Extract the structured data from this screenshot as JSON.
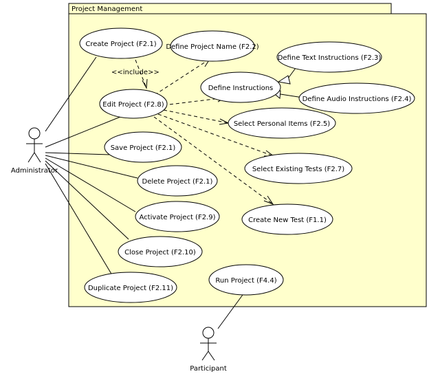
{
  "package": {
    "title": "Project Management",
    "fill": "#ffffcc"
  },
  "actors": [
    {
      "id": "administrator",
      "label": "Administrator"
    },
    {
      "id": "participant",
      "label": "Participant"
    }
  ],
  "use_cases": [
    {
      "id": "create-project",
      "label": "Create Project (F2.1)"
    },
    {
      "id": "define-project-name",
      "label": "Define Project Name (F2.2)"
    },
    {
      "id": "define-text-instructions",
      "label": "Define Text Instructions  (F2.3)"
    },
    {
      "id": "define-instructions",
      "label": "Define Instructions"
    },
    {
      "id": "define-audio-instructions",
      "label": "Define Audio Instructions (F2.4)"
    },
    {
      "id": "edit-project",
      "label": "Edit Project (F2.8)"
    },
    {
      "id": "select-personal-items",
      "label": "Select Personal Items (F2.5)"
    },
    {
      "id": "save-project",
      "label": "Save Project (F2.1)"
    },
    {
      "id": "select-existing-tests",
      "label": "Select Existing Tests (F2.7)"
    },
    {
      "id": "delete-project",
      "label": "Delete Project (F2.1)"
    },
    {
      "id": "activate-project",
      "label": "Activate Project (F2.9)"
    },
    {
      "id": "create-new-test",
      "label": "Create New Test (F1.1)"
    },
    {
      "id": "close-project",
      "label": "Close Project (F2.10)"
    },
    {
      "id": "run-project",
      "label": "Run Project (F4.4)"
    },
    {
      "id": "duplicate-project",
      "label": "Duplicate Project (F2.11)"
    }
  ],
  "relations": {
    "include_label": "<<include>>"
  }
}
